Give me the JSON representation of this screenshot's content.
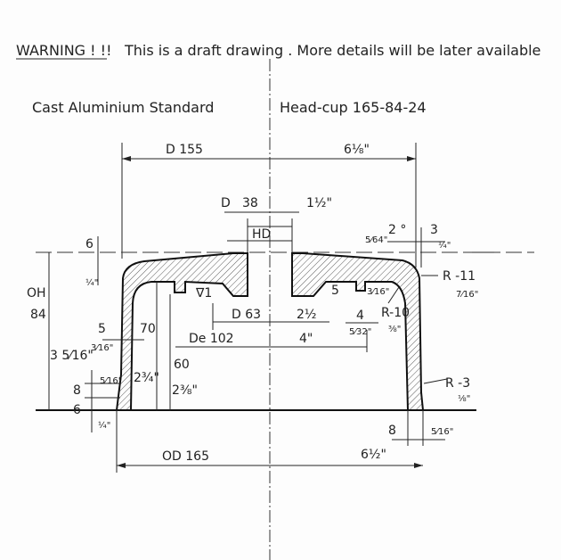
{
  "header": {
    "warning": "WARNING ! !!",
    "message": "This is a draft drawing .  More details  will be later available"
  },
  "title": {
    "left": "Cast  Aluminium  Standard",
    "right": "Head-cup 165-84-24"
  },
  "dimensions": {
    "d155": "D  155",
    "d155_in": "6⅛\"",
    "d38_label": "D",
    "d38": "38",
    "d38_in": "1½\"",
    "hd": "HD",
    "top6": "6",
    "top6_in": "¼\"",
    "oh": "OH",
    "oh_val": "84",
    "oh_in": "3 5⁄16\"",
    "wall5": "5",
    "wall5_in": "3⁄16\"",
    "h70": "70",
    "h70_in": "2¾\"",
    "h60": "60",
    "h60_in": "2⅜\"",
    "nabla": "∇1",
    "d63": "D 63",
    "d63_in": "2½",
    "de102": "De  102",
    "de102_in": "4\"",
    "b8": "8",
    "b8_in": "5⁄16\"",
    "b6": "6",
    "b6_in": "¼\"",
    "angle_in": "5⁄64\"",
    "angle": "2 °",
    "r3top": "3",
    "r3top_in": "¼\"",
    "r11": "R -11",
    "r11_in": "7⁄16\"",
    "groove5": "5",
    "groove5_in": "3⁄16\"",
    "groove4": "4",
    "groove4_in": "5⁄32\"",
    "r10": "R-10",
    "r10_in": "⅜\"",
    "r3": "R -3",
    "r3_in": "⅛\"",
    "foot8": "8",
    "foot8_in": "5⁄16\"",
    "od165": "OD  165",
    "od165_in": "6½\""
  }
}
